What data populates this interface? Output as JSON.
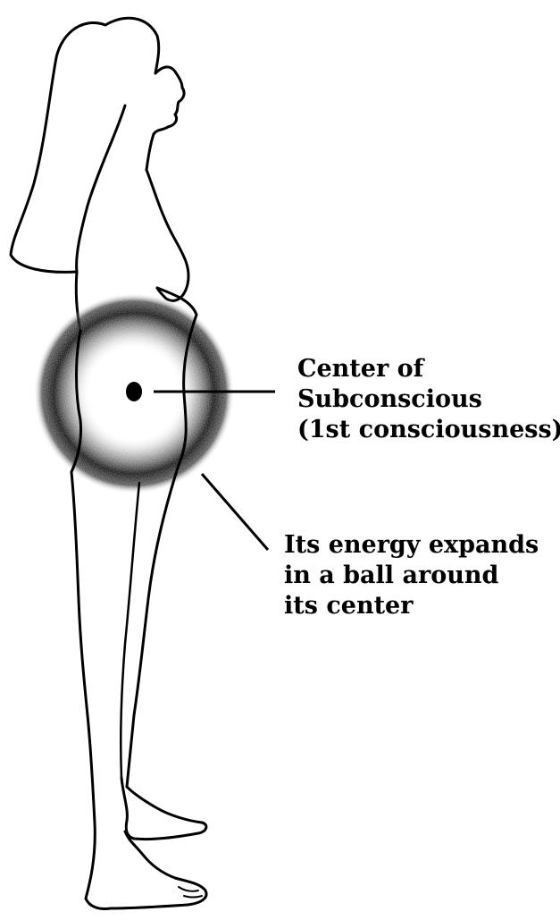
{
  "labels": {
    "center": {
      "lines": [
        "Center of",
        "Subconscious",
        "(1st consciousness)"
      ]
    },
    "energy": {
      "lines": [
        "Its energy expands",
        "in a ball around",
        "its center"
      ]
    }
  },
  "colors": {
    "ink": "#000000",
    "background": "#ffffff",
    "energy_ball": "#1a1a1a"
  }
}
